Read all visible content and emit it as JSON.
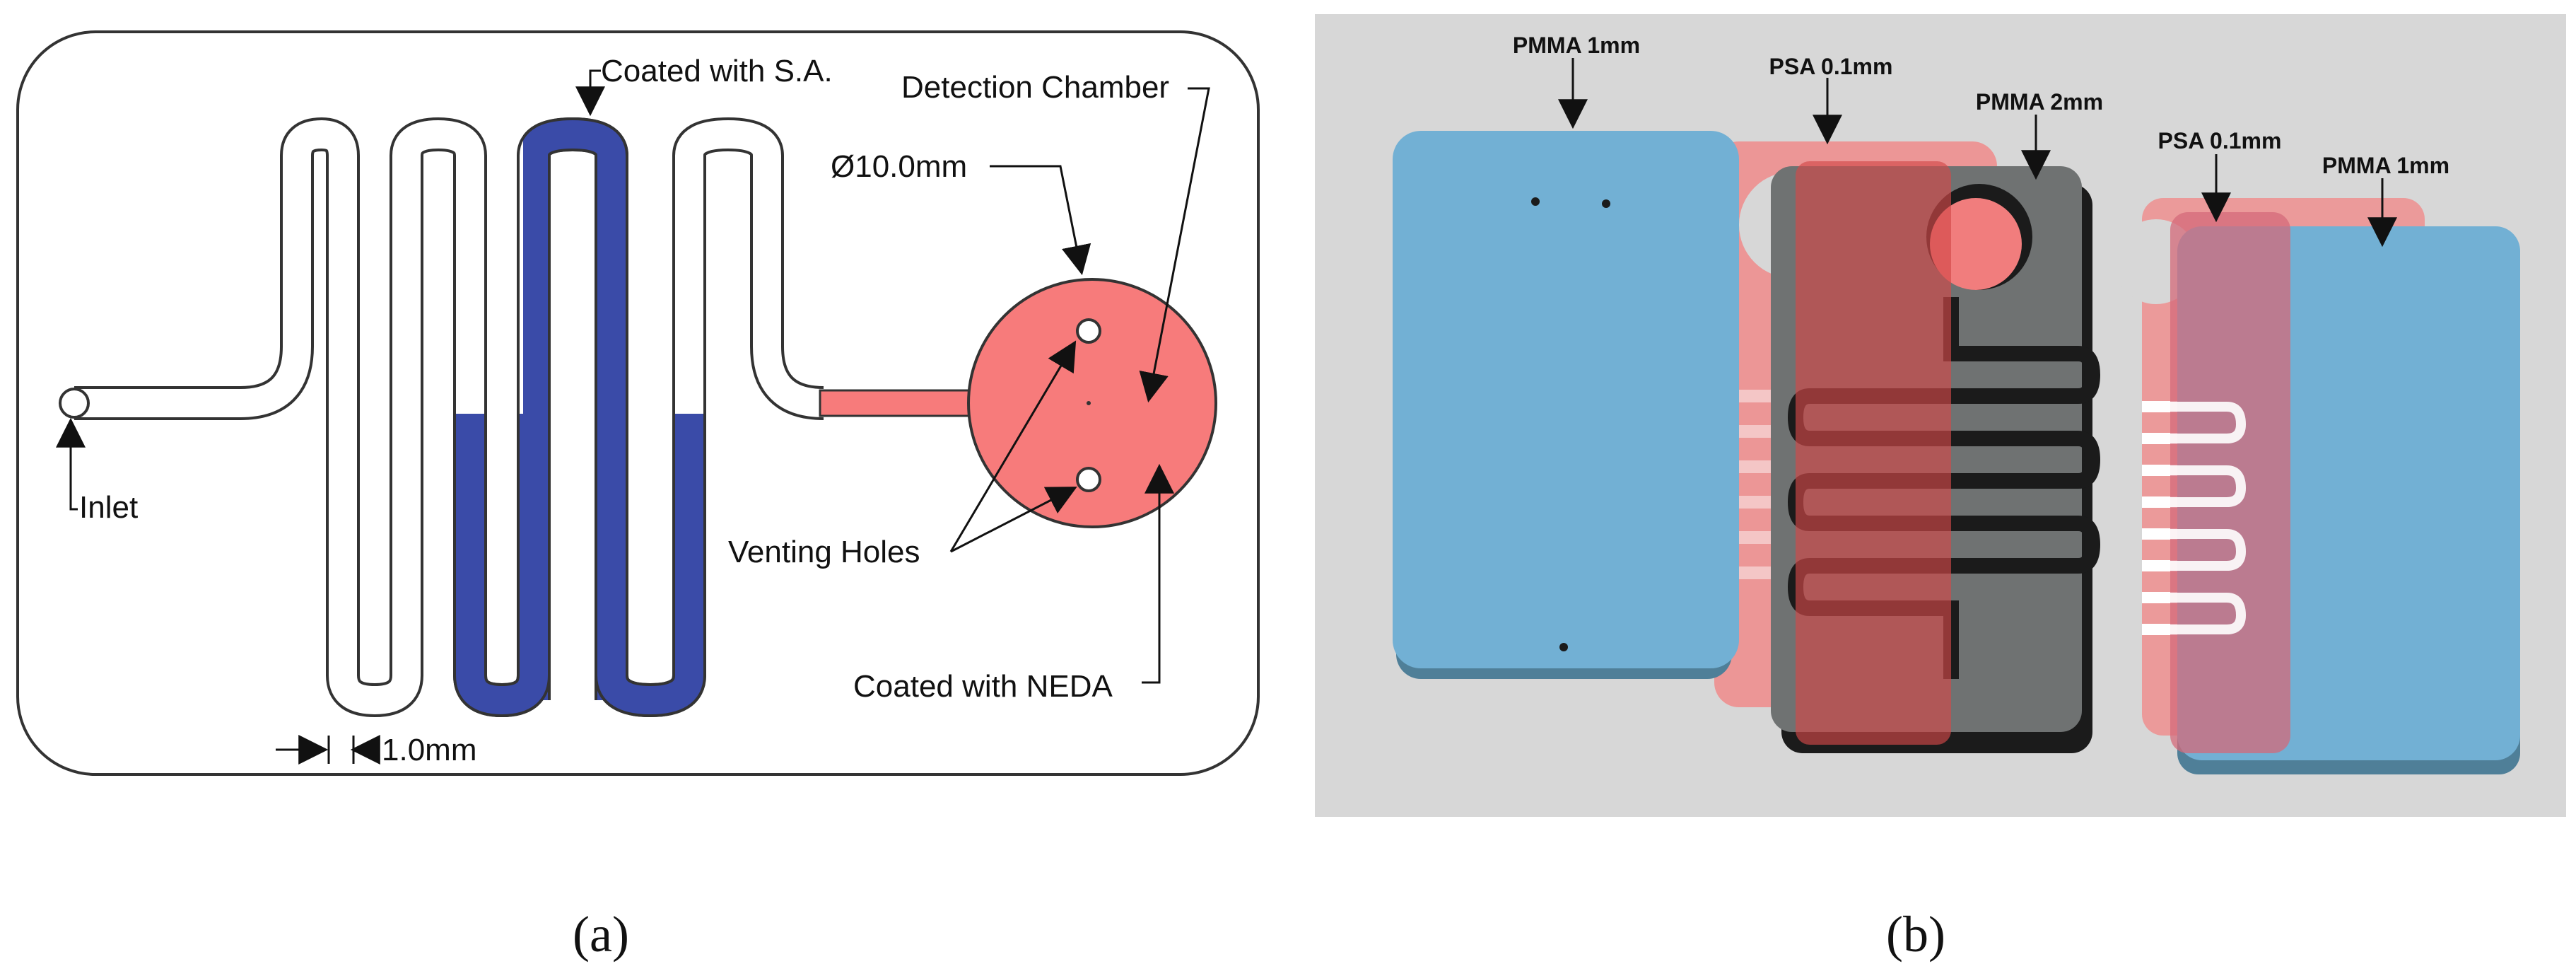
{
  "panel_a": {
    "caption": "(a)",
    "labels": {
      "coated_sa": "Coated with S.A.",
      "detection_chamber": "Detection Chamber",
      "diameter": "Ø10.0mm",
      "inlet": "Inlet",
      "venting_holes": "Venting Holes",
      "coated_neda": "Coated with NEDA",
      "width": "1.0mm"
    },
    "colors": {
      "sa_coating": "#3a4ba8",
      "chamber": "#f77b7b",
      "border": "#333333"
    }
  },
  "panel_b": {
    "caption": "(b)",
    "layers": [
      {
        "label": "PMMA 1mm",
        "color": "#72b0d4"
      },
      {
        "label": "PSA 0.1mm",
        "color": "#f27878"
      },
      {
        "label": "PMMA 2mm",
        "color": "#6f7272"
      },
      {
        "label": "PSA 0.1mm",
        "color": "#f27878"
      },
      {
        "label": "PMMA 1mm",
        "color": "#72b0d4"
      }
    ],
    "background": "#d7d7d7"
  }
}
